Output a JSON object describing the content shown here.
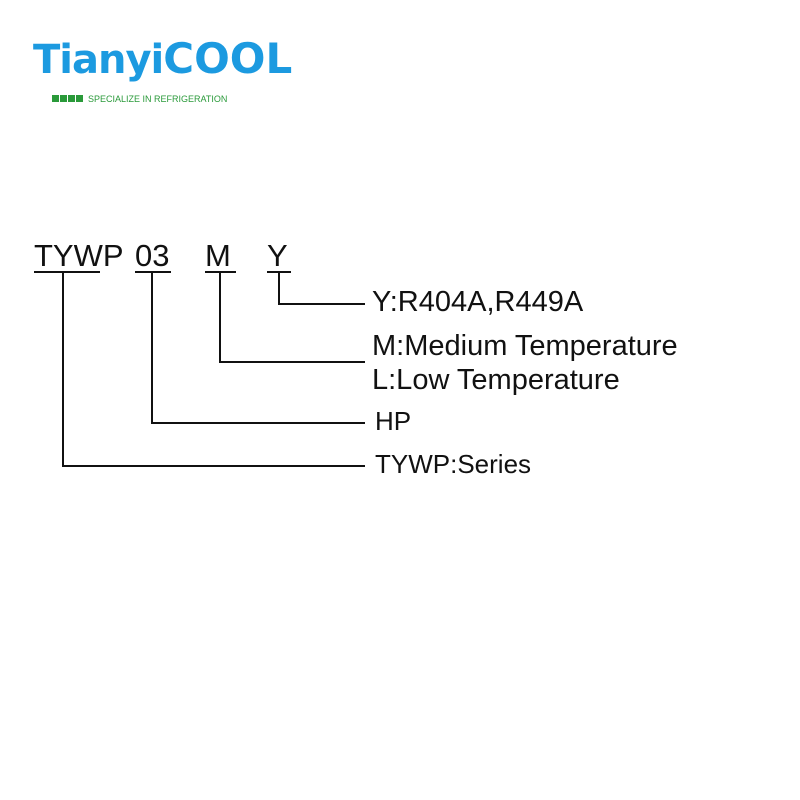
{
  "logo": {
    "part1": "Tianyi",
    "part2": "COOL",
    "tagline": "SPECIALIZE IN REFRIGERATION",
    "blue": "#1c9ae0",
    "green": "#2a9a3a"
  },
  "code": {
    "series": "TYWP",
    "hp": "03",
    "temp": "M",
    "refrigerant": "Y"
  },
  "legend": {
    "refrigerant": "Y:R404A,R449A",
    "temp_m": "M:Medium Temperature",
    "temp_l": "L:Low Temperature",
    "hp": "HP",
    "series": "TYWP:Series"
  }
}
